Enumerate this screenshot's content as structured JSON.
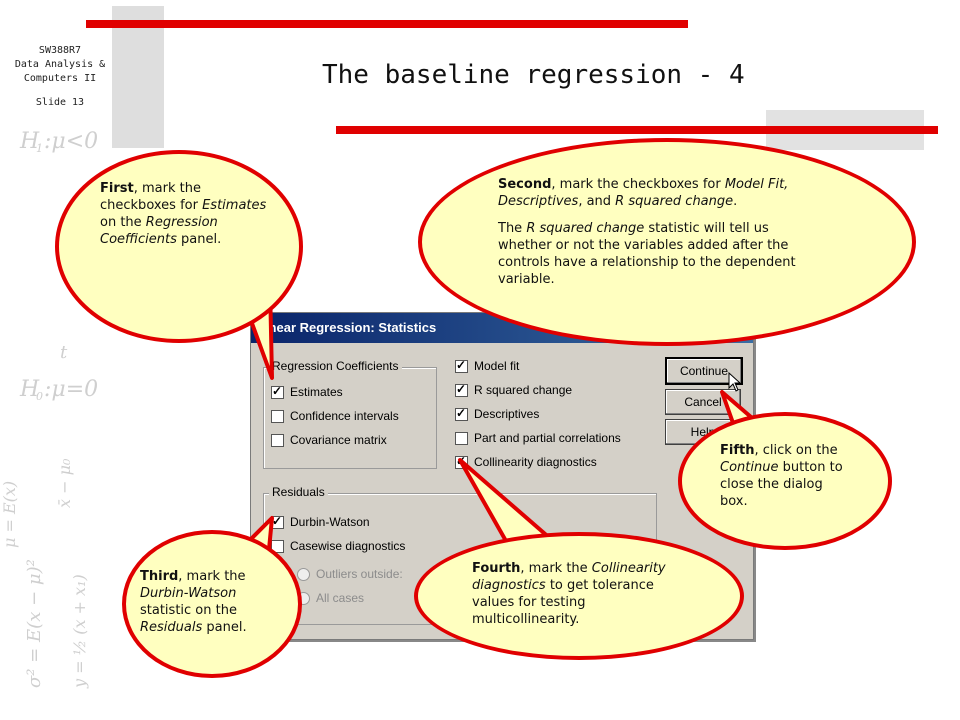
{
  "course": {
    "code": "SW388R7",
    "line1": "Data Analysis &",
    "line2": "Computers II",
    "slide": "Slide 13"
  },
  "title": "The baseline regression - 4",
  "dialog": {
    "title": "Linear Regression: Statistics",
    "regression_coefficients": {
      "label": "Regression Coefficients",
      "items": [
        {
          "label": "Estimates",
          "checked": true
        },
        {
          "label": "Confidence intervals",
          "checked": false
        },
        {
          "label": "Covariance matrix",
          "checked": false
        }
      ]
    },
    "right_options": [
      {
        "label": "Model fit",
        "checked": true
      },
      {
        "label": "R squared change",
        "checked": true
      },
      {
        "label": "Descriptives",
        "checked": true
      },
      {
        "label": "Part and partial correlations",
        "checked": false
      },
      {
        "label": "Collinearity diagnostics",
        "checked": true
      }
    ],
    "residuals": {
      "label": "Residuals",
      "items": [
        {
          "label": "Durbin-Watson",
          "checked": true
        },
        {
          "label": "Casewise diagnostics",
          "checked": false
        }
      ],
      "outliers_label": "Outliers outside:",
      "all_cases_label": "All cases"
    },
    "buttons": {
      "continue": "Continue",
      "cancel": "Cancel",
      "help": "Help"
    }
  },
  "callouts": {
    "first": {
      "b1": "First",
      "t1": ", mark the checkboxes for ",
      "i1": "Estimates",
      "t2": " on the ",
      "i2": "Regression Coefficients",
      "t3": " panel."
    },
    "second": {
      "b1": "Second",
      "t1": ", mark the checkboxes for ",
      "i1": "Model Fit, Descriptives",
      "t2": ", and ",
      "i2": "R squared change",
      "t3": ".",
      "p2_t0": "The ",
      "p2_i1": "R squared change",
      "p2_t1": " statistic will tell us whether or not the variables added after the controls have a relationship to the dependent variable."
    },
    "third": {
      "b1": "Third",
      "t1": ", mark the ",
      "i1": "Durbin-Watson",
      "t2": " statistic on the ",
      "i2": "Residuals",
      "t3": " panel."
    },
    "fourth": {
      "b1": "Fourth",
      "t1": ", mark the ",
      "i1": "Collinearity diagnostics",
      "t2": " to get tolerance values for testing multicollinearity."
    },
    "fifth": {
      "b1": "Fifth",
      "t1": ", click on the ",
      "i1": "Continue",
      "t2": " button to close the dialog box."
    }
  },
  "colors": {
    "accent_red": "#e00000",
    "callout_fill": "#ffffc0",
    "titlebar": "#0a246a"
  }
}
